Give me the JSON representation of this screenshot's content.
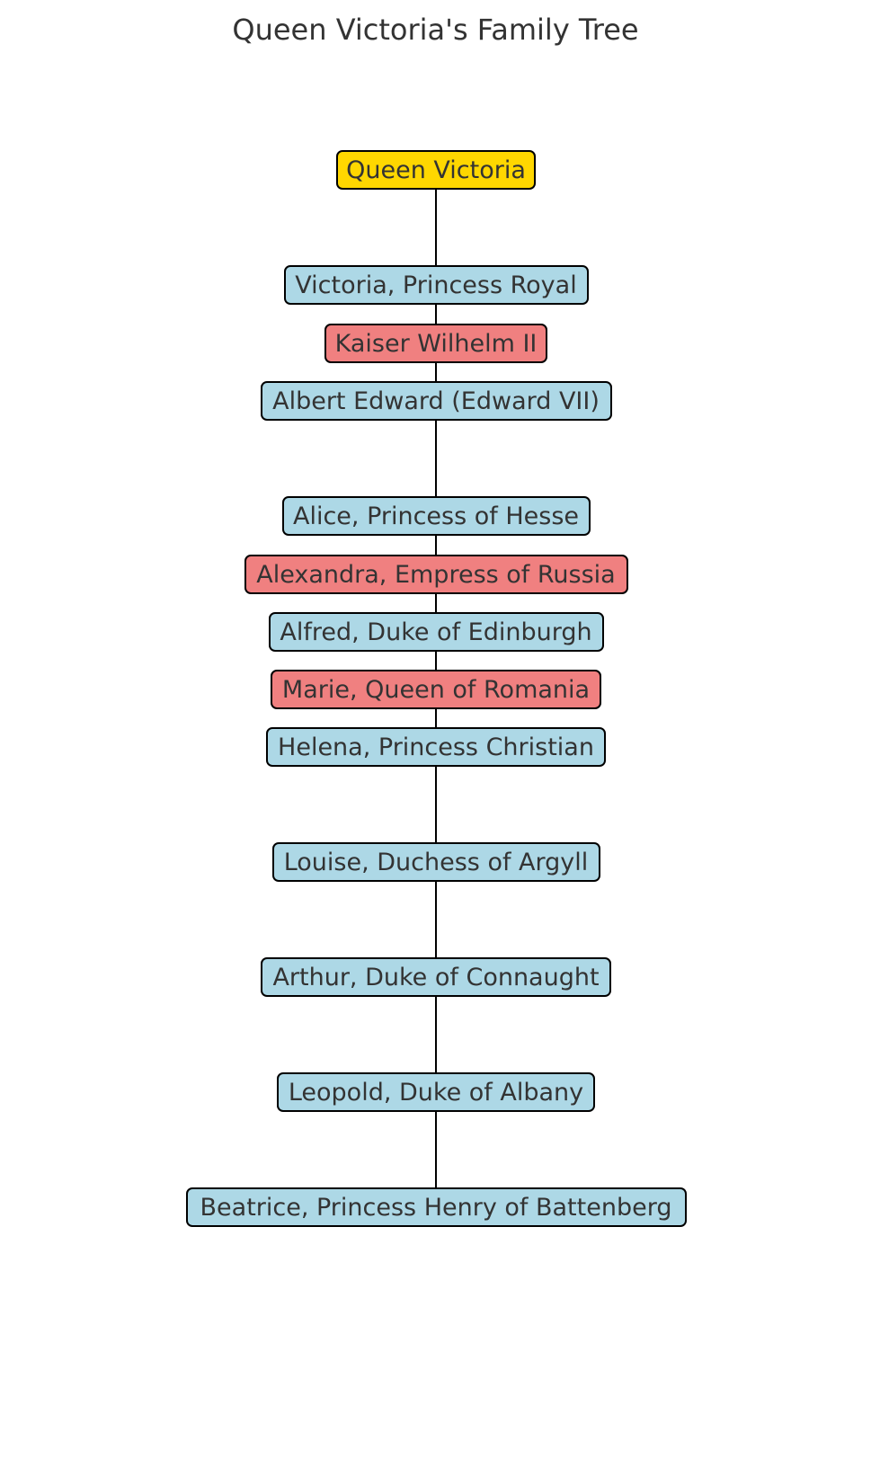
{
  "title": "Queen Victoria's Family Tree",
  "colors": {
    "root": "#FFD700",
    "child": "#ADD8E6",
    "grandchild": "#F08080",
    "line": "#000000"
  },
  "nodes": [
    {
      "id": "queen-victoria",
      "label": "Queen Victoria",
      "role": "root"
    },
    {
      "id": "victoria-princess-royal",
      "label": "Victoria, Princess Royal",
      "role": "child"
    },
    {
      "id": "kaiser-wilhelm-ii",
      "label": "Kaiser Wilhelm II",
      "role": "grandchild"
    },
    {
      "id": "albert-edward",
      "label": "Albert Edward (Edward VII)",
      "role": "child"
    },
    {
      "id": "alice-princess-of-hesse",
      "label": "Alice, Princess of Hesse",
      "role": "child"
    },
    {
      "id": "alexandra-empress-of-russia",
      "label": "Alexandra, Empress of Russia",
      "role": "grandchild"
    },
    {
      "id": "alfred-duke-of-edinburgh",
      "label": "Alfred, Duke of Edinburgh",
      "role": "child"
    },
    {
      "id": "marie-queen-of-romania",
      "label": "Marie, Queen of Romania",
      "role": "grandchild"
    },
    {
      "id": "helena-princess-christian",
      "label": "Helena, Princess Christian",
      "role": "child"
    },
    {
      "id": "louise-duchess-of-argyll",
      "label": "Louise, Duchess of Argyll",
      "role": "child"
    },
    {
      "id": "arthur-duke-of-connaught",
      "label": "Arthur, Duke of Connaught",
      "role": "child"
    },
    {
      "id": "leopold-duke-of-albany",
      "label": "Leopold, Duke of Albany",
      "role": "child"
    },
    {
      "id": "beatrice-princess-henry-of-battenberg",
      "label": "Beatrice, Princess Henry of Battenberg",
      "role": "child"
    }
  ]
}
